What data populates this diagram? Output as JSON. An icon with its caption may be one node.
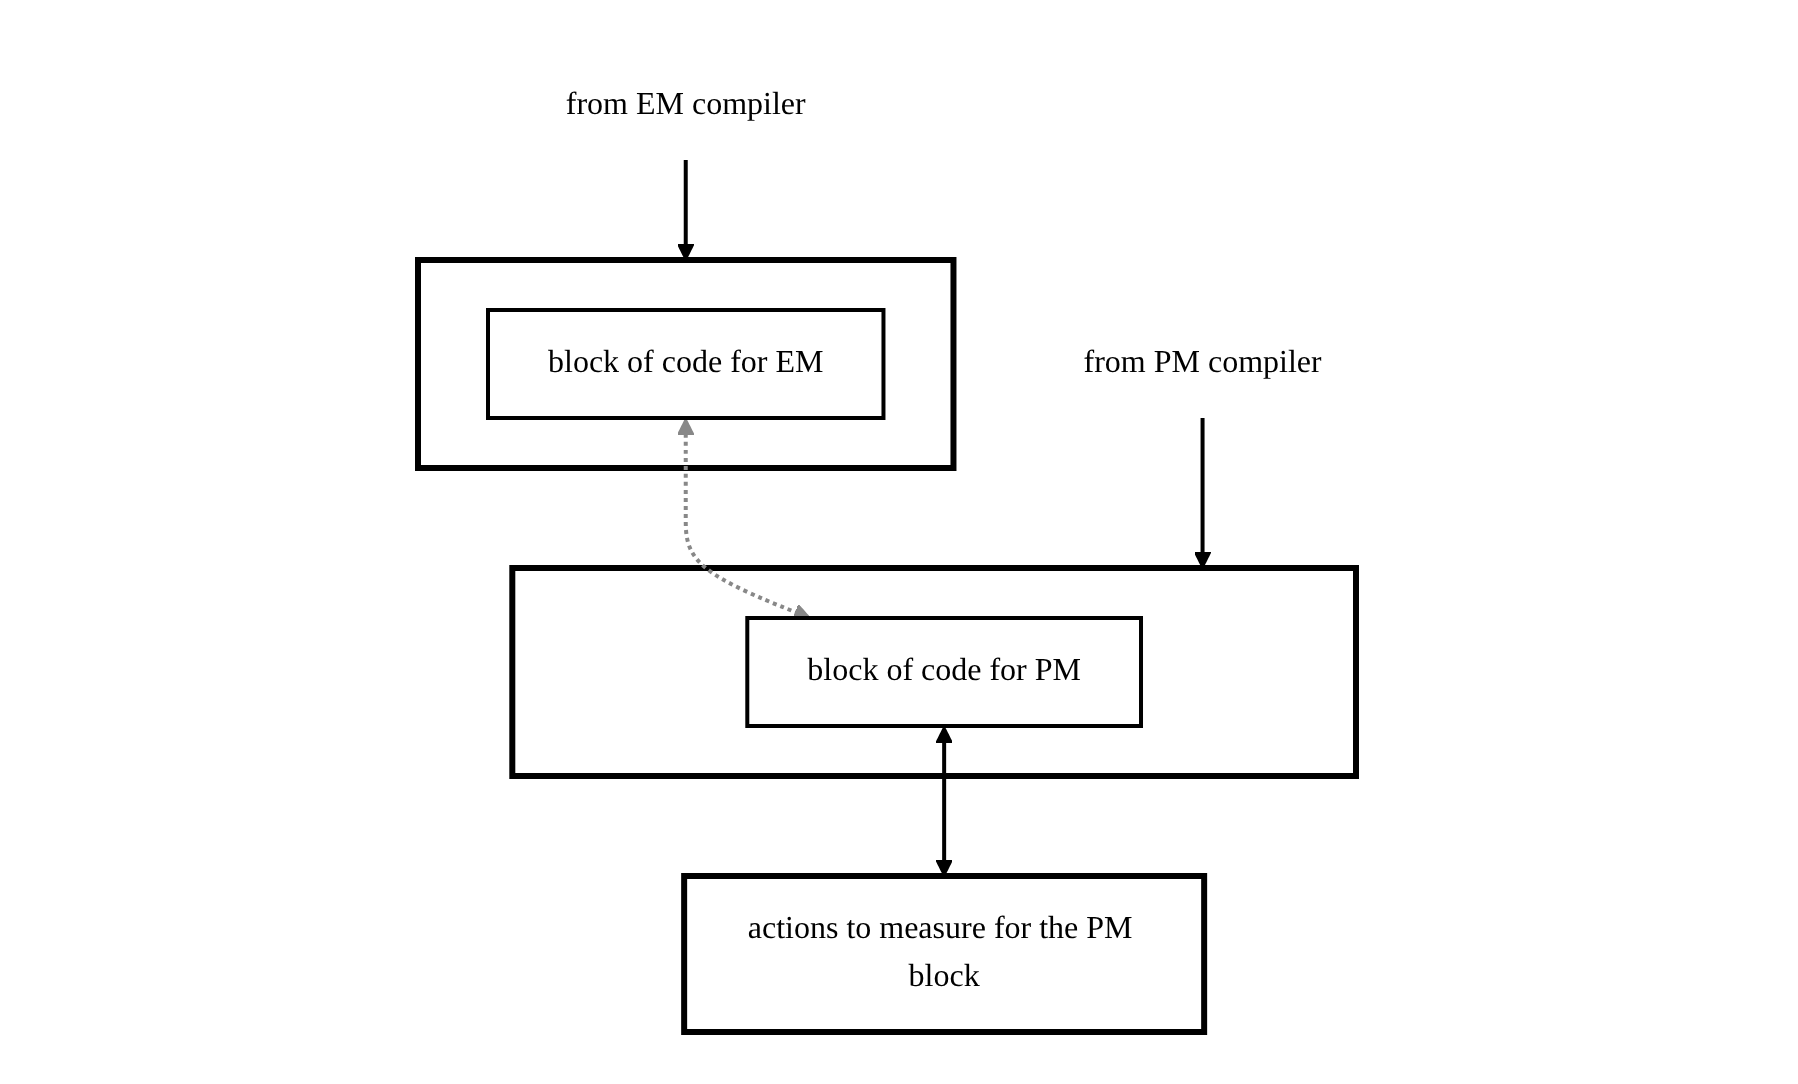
{
  "diagram": {
    "nodes": [
      {
        "text": [
          "from EM compiler"
        ]
      },
      {
        "text": [],
        "shape": "box"
      },
      {
        "text": [
          "block of code for EM"
        ],
        "in": 1
      },
      {
        "text": [
          "from PM compiler"
        ]
      },
      {
        "text": [],
        "shape": "box"
      },
      {
        "text": [
          "block of code for PM"
        ],
        "in": 4
      },
      {
        "text": [
          "actions to measure for the PM block"
        ]
      }
    ],
    "edges": [
      {
        "from": 0,
        "to": 1,
        "arrow": "to"
      },
      {
        "from": 3,
        "to": 4,
        "arrow": "to"
      },
      {
        "from": 2,
        "to": 5,
        "arrow": "both",
        "style": "dashed",
        "color": "#888888"
      },
      {
        "from": 5,
        "to": 6,
        "arrow": "both"
      }
    ]
  }
}
